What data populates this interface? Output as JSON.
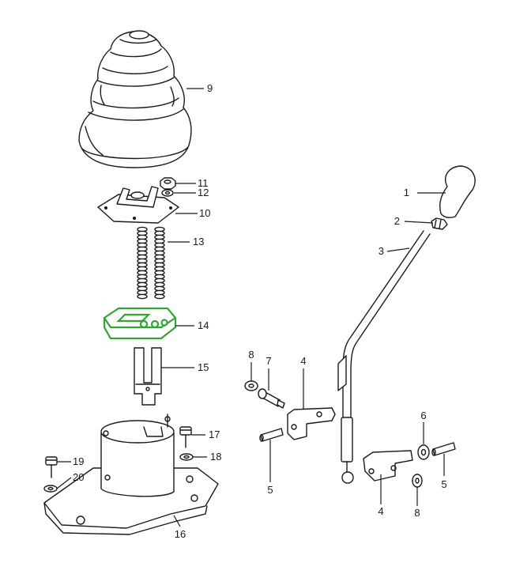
{
  "highlight_color": "#33a532",
  "highlighted_part": "14",
  "callouts": [
    {
      "id": "c1",
      "label": "1"
    },
    {
      "id": "c2",
      "label": "2"
    },
    {
      "id": "c3",
      "label": "3"
    },
    {
      "id": "c4a",
      "label": "4"
    },
    {
      "id": "c4b",
      "label": "4"
    },
    {
      "id": "c5a",
      "label": "5"
    },
    {
      "id": "c5b",
      "label": "5"
    },
    {
      "id": "c6",
      "label": "6"
    },
    {
      "id": "c7",
      "label": "7"
    },
    {
      "id": "c8a",
      "label": "8"
    },
    {
      "id": "c8b",
      "label": "8"
    },
    {
      "id": "c9",
      "label": "9"
    },
    {
      "id": "c10",
      "label": "10"
    },
    {
      "id": "c11",
      "label": "11"
    },
    {
      "id": "c12",
      "label": "12"
    },
    {
      "id": "c13",
      "label": "13"
    },
    {
      "id": "c14",
      "label": "14"
    },
    {
      "id": "c15",
      "label": "15"
    },
    {
      "id": "c16",
      "label": "16"
    },
    {
      "id": "c17",
      "label": "17"
    },
    {
      "id": "c18",
      "label": "18"
    },
    {
      "id": "c19",
      "label": "19"
    },
    {
      "id": "c20",
      "label": "20"
    }
  ]
}
